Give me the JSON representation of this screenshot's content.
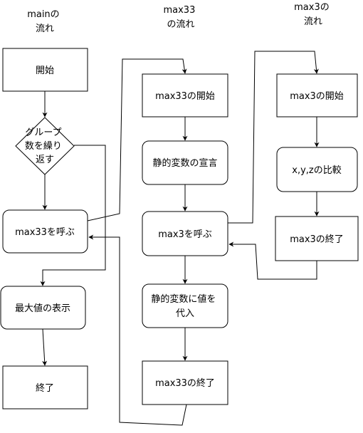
{
  "headers": {
    "main": [
      "mainの",
      "流れ"
    ],
    "max33": [
      "max33",
      "の流れ"
    ],
    "max3": [
      "max3の",
      "流れ"
    ]
  },
  "nodes": {
    "main_start": [
      "開始"
    ],
    "main_loop": [
      "グループ",
      "数を繰り",
      "返す"
    ],
    "main_call": [
      "max33を呼ぶ"
    ],
    "main_display": [
      "最大値の表示"
    ],
    "main_end": [
      "終了"
    ],
    "max33_start": [
      "max33の開始"
    ],
    "max33_decl": [
      "静的変数の宣言"
    ],
    "max33_call": [
      "max3を呼ぶ"
    ],
    "max33_assign": [
      "静的変数に値を",
      "代入"
    ],
    "max33_end": [
      "max33の終了"
    ],
    "max3_start": [
      "max3の開始"
    ],
    "max3_compare": [
      "x,y,zの比較"
    ],
    "max3_end": [
      "max3の終了"
    ]
  }
}
